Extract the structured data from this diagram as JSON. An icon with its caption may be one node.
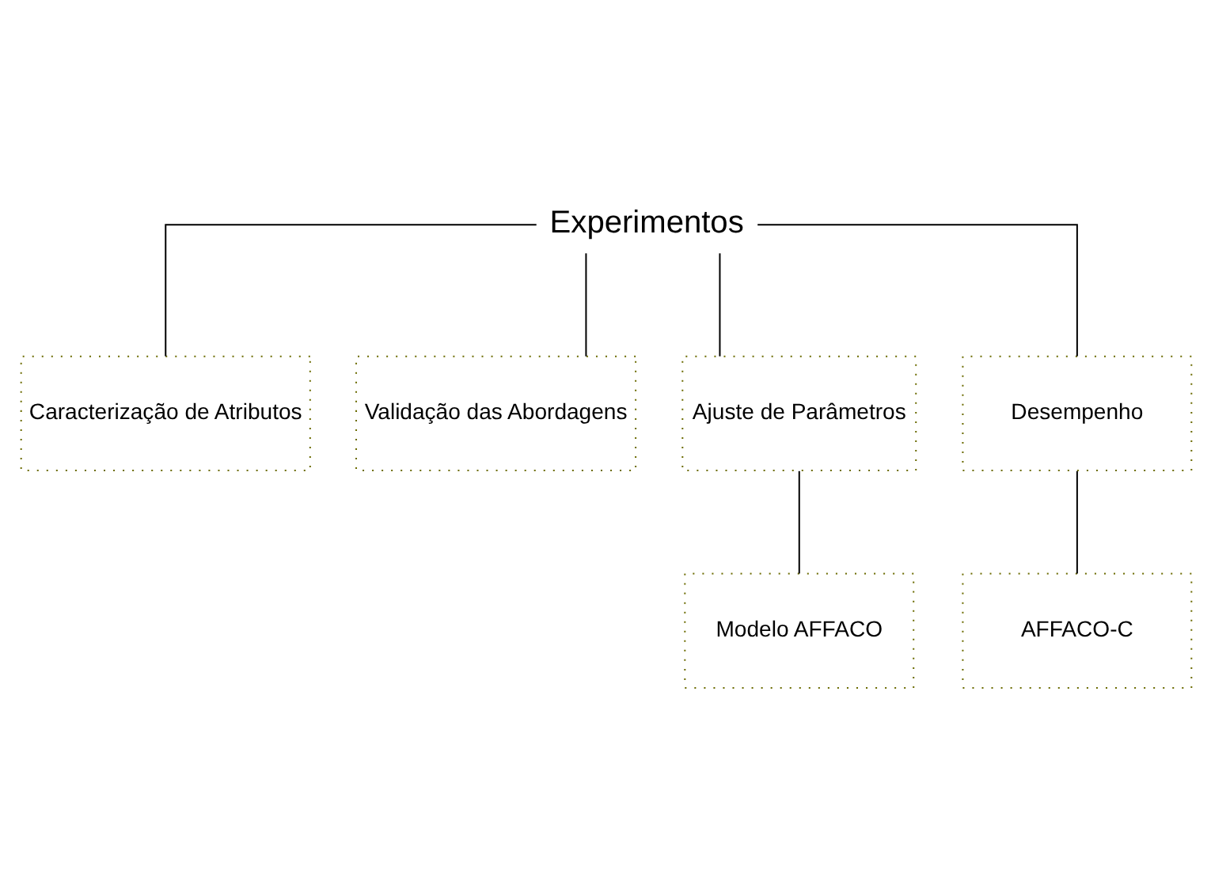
{
  "diagram": {
    "nodes": [
      {
        "text": [
          "Experimentos"
        ]
      },
      {
        "text": [
          "Caracterização de Atributos"
        ]
      },
      {
        "text": [
          "Validação das Abordagens"
        ]
      },
      {
        "text": [
          "Ajuste de Parâmetros"
        ]
      },
      {
        "text": [
          "Desempenho"
        ]
      },
      {
        "text": [
          "Modelo AFFACO"
        ]
      },
      {
        "text": [
          "AFFACO-C"
        ]
      }
    ],
    "edges": [
      {
        "from": 0,
        "to": 1,
        "arrow": "none"
      },
      {
        "from": 0,
        "to": 2,
        "arrow": "none"
      },
      {
        "from": 0,
        "to": 3,
        "arrow": "none"
      },
      {
        "from": 0,
        "to": 4,
        "arrow": "none"
      },
      {
        "from": 3,
        "to": 5,
        "arrow": "none"
      },
      {
        "from": 4,
        "to": 6,
        "arrow": "none"
      }
    ]
  }
}
